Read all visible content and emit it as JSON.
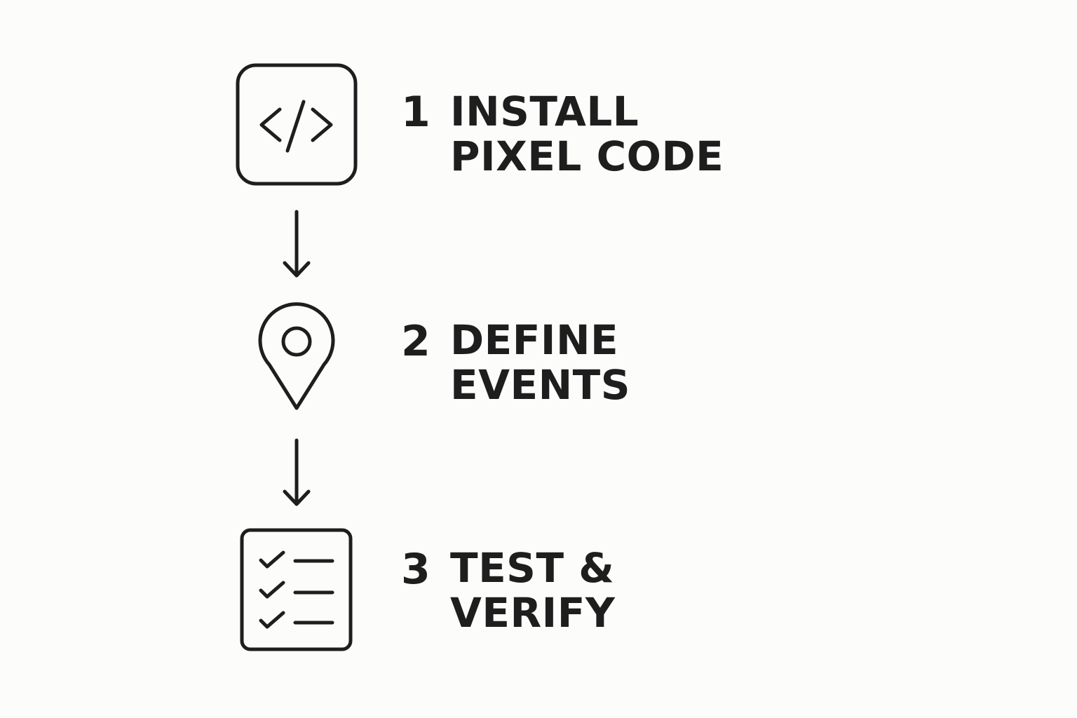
{
  "steps": [
    {
      "number": "1",
      "lines": [
        "INSTALL",
        "PIXEL CODE"
      ],
      "icon": "code-brackets-icon"
    },
    {
      "number": "2",
      "lines": [
        "DEFINE",
        "EVENTS"
      ],
      "icon": "location-pin-icon"
    },
    {
      "number": "3",
      "lines": [
        "TEST &",
        "VERIFY"
      ],
      "icon": "checklist-icon"
    }
  ],
  "connectors": [
    "arrow-down-icon",
    "arrow-down-icon"
  ],
  "colors": {
    "background": "#fcfcfa",
    "ink": "#1e1e1e"
  }
}
